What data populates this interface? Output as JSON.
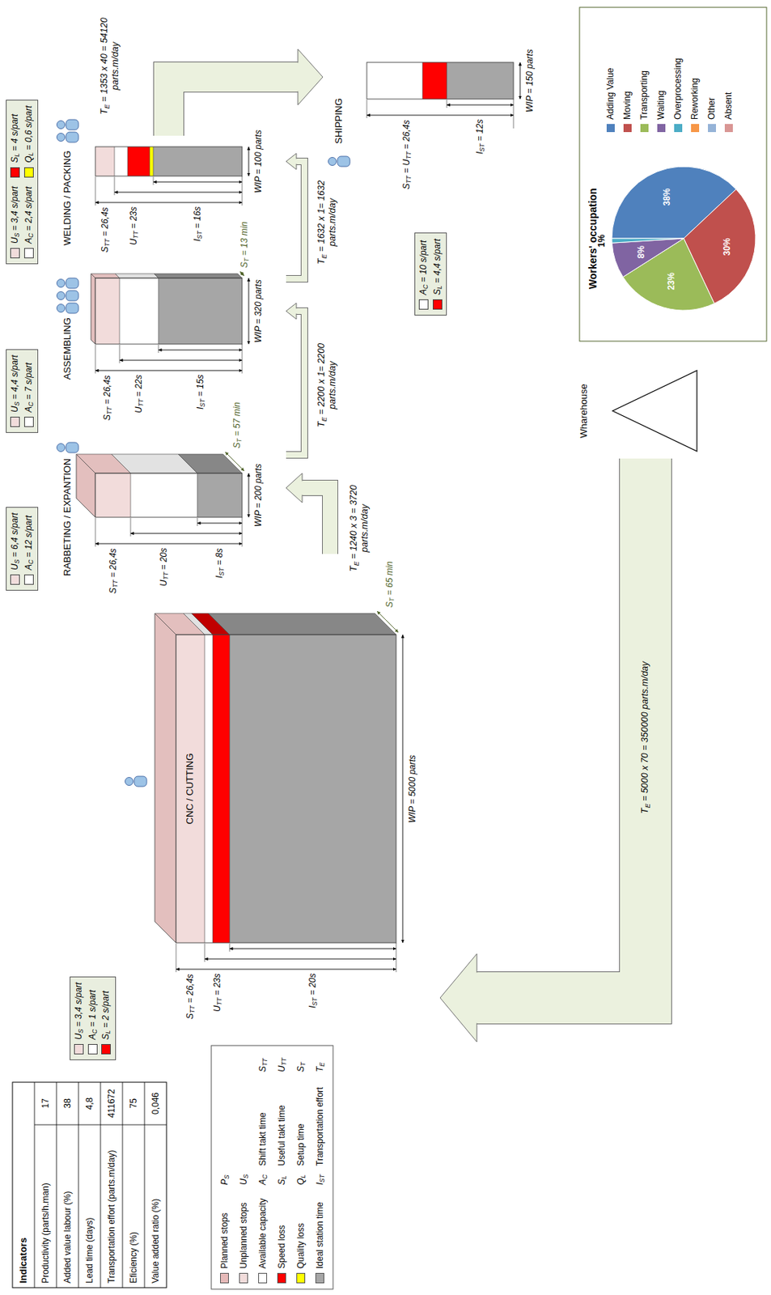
{
  "diagram": {
    "nodes": [
      {
        "text": [
          "CNC / CUTTING"
        ]
      },
      {
        "text": [
          "RABBETING / EXPANTION"
        ]
      },
      {
        "text": [
          "ASSEMBLING"
        ]
      },
      {
        "text": [
          "WELDING / PACKING"
        ]
      },
      {
        "text": [
          "SHIPPING"
        ]
      },
      {
        "text": [
          "Wharehouse"
        ]
      },
      {
        "text": [
          "US = 3,4 s/part",
          "AC = 1 s/part",
          "SL = 2 s/part"
        ]
      },
      {
        "text": [
          "US = 6,4 s/part",
          "AC = 12 s/part"
        ]
      },
      {
        "text": [
          "US = 4,4 s/part",
          "AC = 7 s/part"
        ]
      },
      {
        "text": [
          "US = 3,4 s/part",
          "SL = 4 s/part",
          "AC = 2,4 s/part",
          "QL = 0,6 s/part"
        ]
      },
      {
        "text": [
          "AC = 10 s/part",
          "SL = 4,4 s/part"
        ]
      }
    ],
    "edges": [
      {
        "from": 5,
        "to": 0,
        "arrow": "to",
        "label": "TE = 5000 x 70 = 350000 parts.m/day"
      },
      {
        "from": 0,
        "to": 1,
        "arrow": "to",
        "label": "TE = 1240 x 3 = 3720 parts.m/day"
      },
      {
        "from": 1,
        "to": 2,
        "arrow": "to",
        "label": "TE = 2200 x 1= 2200 parts.m/day"
      },
      {
        "from": 2,
        "to": 3,
        "arrow": "to",
        "label": "TE = 1632 x 1= 1632 parts.m/day"
      },
      {
        "from": 3,
        "to": 4,
        "arrow": "to",
        "label": "TE = 1353 x 40 = 54120 parts.m/day"
      }
    ],
    "labels": [
      "Indicators",
      "Productivity (parts/h.man)",
      "17",
      "Added value labour (%)",
      "38",
      "Lead time (days)",
      "4,8",
      "Transportation effort (parts.m/day)",
      "411672",
      "Eficiency (%)",
      "75",
      "Value added ratio (%)",
      "0,046",
      "STT = 26,4s",
      "UTT = 23s",
      "IST = 20s",
      "WIP = 5000 parts",
      "ST = 65 min",
      "STT = 26,4s",
      "UTT = 20s",
      "IST = 8s",
      "WIP = 200 parts",
      "ST = 57 min",
      "STT = 26,4s",
      "UTT = 22s",
      "IST = 15s",
      "WIP = 320 parts",
      "ST = 13 min",
      "STT = 26,4s",
      "UTT = 23s",
      "IST = 16s",
      "WIP = 100 parts",
      "STT = UTT = 26,4s",
      "IST = 12s",
      "WIP = 150 parts",
      "Workers' occupation",
      "38%",
      "30%",
      "23%",
      "8%",
      "1%",
      "PS",
      "US",
      "AC",
      "SL",
      "QL",
      "IST",
      "Shift takt time",
      "STT",
      "Useful takt time",
      "UTT",
      "Setup time",
      "ST",
      "Transportation effort",
      "TE"
    ],
    "legend": [
      {
        "text": "Planned stops",
        "color": "#e6b9b8"
      },
      {
        "text": "Unplanned stops",
        "color": "#f2dcdb"
      },
      {
        "text": "Available capacity",
        "color": "#ffffff"
      },
      {
        "text": "Speed loss",
        "color": "#ff0000"
      },
      {
        "text": "Quality loss",
        "color": "#ffff00"
      },
      {
        "text": "Ideal station time",
        "color": "#a6a6a6"
      },
      {
        "text": "Adding Value",
        "color": "#4f81bd"
      },
      {
        "text": "Moving",
        "color": "#c0504d"
      },
      {
        "text": "Transporting",
        "color": "#9bbb59"
      },
      {
        "text": "Waiting",
        "color": "#8064a2"
      },
      {
        "text": "Overprocessing",
        "color": "#4bacc6"
      },
      {
        "text": "Reworking",
        "color": "#f79646"
      },
      {
        "text": "Other",
        "color": "#95b3d7"
      },
      {
        "text": "Absent",
        "color": "#d99694"
      }
    ]
  }
}
